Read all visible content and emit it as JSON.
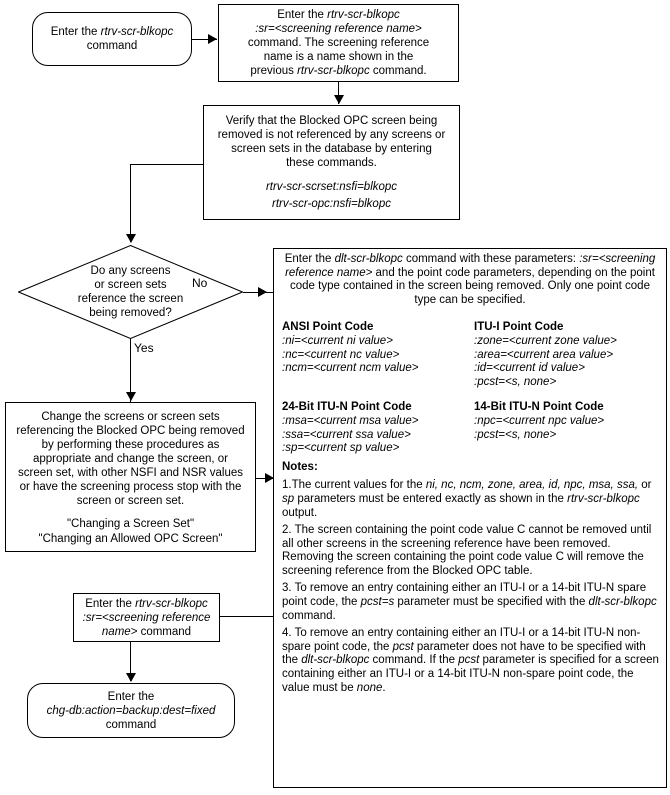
{
  "diagram": {
    "title": "Removing a Blocked OPC Screen flowchart",
    "nodes": {
      "start": {
        "name": "enter-rtrv-scr-blkopc-start",
        "line1_a": "Enter the ",
        "line1_b": "rtrv-scr-blkopc",
        "line2": "command"
      },
      "enter_sr": {
        "name": "enter-rtrv-scr-blkopc-sr",
        "line1_a": "Enter the ",
        "line1_b": "rtrv-scr-blkopc",
        "line2": ":sr=<screening reference name>",
        "line3": "command. The screening reference",
        "line4": "name is a name shown in the",
        "line5_a": "previous ",
        "line5_b": "rtrv-scr-blkopc",
        "line5_c": " command."
      },
      "verify": {
        "name": "verify-not-referenced",
        "line1": "Verify that the Blocked OPC screen being",
        "line2": "removed is not referenced by any screens or",
        "line3": "screen sets in the database by entering",
        "line4": "these commands.",
        "cmd1": "rtrv-scr-scrset:nsfi=blkopc",
        "cmd2": "rtrv-scr-opc:nsfi=blkopc"
      },
      "decision": {
        "name": "decision-any-screens-reference",
        "line1": "Do any screens",
        "line2": "or screen sets",
        "line3": "reference the screen",
        "line4": "being removed?",
        "label_no": "No",
        "label_yes": "Yes"
      },
      "change": {
        "name": "change-screens-or-screen-sets",
        "line1": "Change the screens or screen sets",
        "line2": "referencing the Blocked OPC being removed",
        "line3": "by performing these procedures as",
        "line4": "appropriate and change the screen, or",
        "line5": "screen set, with other NSFI and NSR values",
        "line6": "or have the screening process stop with the",
        "line7": "screen or screen set.",
        "ref1": "\"Changing a Screen Set\"",
        "ref2": "\"Changing an Allowed OPC Screen\""
      },
      "rtrv_after": {
        "name": "enter-rtrv-scr-blkopc-after",
        "line1_a": "Enter the ",
        "line1_b": "rtrv-scr-blkopc",
        "line2": ":sr=<screening reference",
        "line3_a": "name>",
        "line3_b": " command"
      },
      "chgdb": {
        "name": "enter-chg-db-backup",
        "line1": "Enter the",
        "line2": "chg-db:action=backup:dest=fixed",
        "line3": "command"
      },
      "dlt": {
        "name": "enter-dlt-scr-blkopc",
        "head_line1_a": "Enter the ",
        "head_line1_b": "dlt-scr-blkopc",
        "head_line1_c": " command with these",
        "head_line2": "parameters:",
        "head_line3": ":sr=<screening reference name>",
        "head_line4": "and the point code parameters, depending on the point",
        "head_line5": "code type contained in the screen being removed. Only one point",
        "head_line6": "code type can be specified.",
        "pc_groups": [
          {
            "title": "ANSI Point Code",
            "lines": [
              ":ni=<current ni value>",
              ":nc=<current nc value>",
              ":ncm=<current ncm value>"
            ]
          },
          {
            "title": "ITU-I Point Code",
            "lines": [
              ":zone=<current zone value>",
              ":area=<current area value>",
              ":id=<current id value>",
              ":pcst=<s, none>"
            ]
          },
          {
            "title_prefix": "24",
            "title": "24-Bit ITU-N Point Code",
            "lines": [
              ":msa=<current msa value>",
              ":ssa=<current ssa value>",
              ":sp=<current sp value>"
            ]
          },
          {
            "title_prefix": "14",
            "title": "14-Bit ITU-N Point Code",
            "lines": [
              ":npc=<current npc value>",
              ":pcst=<s, none>"
            ]
          }
        ],
        "notes_title": "Notes:",
        "note1_a": "1.The current values for the ",
        "note1_b": "ni, nc, ncm, zone, area, id, npc, msa, ssa,",
        "note1_c": " or ",
        "note1_d": "sp",
        "note1_e": " parameters must be entered exactly as shown in the ",
        "note1_f": "rtrv-scr-blkopc",
        "note1_g": " output.",
        "note2": "2. The screen containing the point code value C cannot be removed until all other screens in the screening reference have been removed. Removing the screen containing the point code value C will remove the screening reference from the Blocked OPC table.",
        "note3_a": "3. To remove an entry containing either an ITU-I or a 14-bit ITU-N spare point code, the ",
        "note3_b": "pcst=s",
        "note3_c": " parameter must be specified with the ",
        "note3_d": "dlt-scr-blkopc",
        "note3_e": " command.",
        "note4_a": "4. To remove an entry containing either an ITU-I or a 14-bit ITU-N non-spare point code, the ",
        "note4_b": "pcst",
        "note4_c": " parameter does not have to be specified with the ",
        "note4_d": "dlt-scr-blkopc",
        "note4_e": " command.  If the ",
        "note4_f": "pcst",
        "note4_g": " parameter is specified for a screen containing either an ITU-I or a 14-bit ITU-N non-spare point code, the value must be ",
        "note4_h": "none",
        "note4_i": "."
      }
    },
    "colors": {
      "stroke": "#000000",
      "background": "#ffffff",
      "text": "#000000"
    }
  }
}
